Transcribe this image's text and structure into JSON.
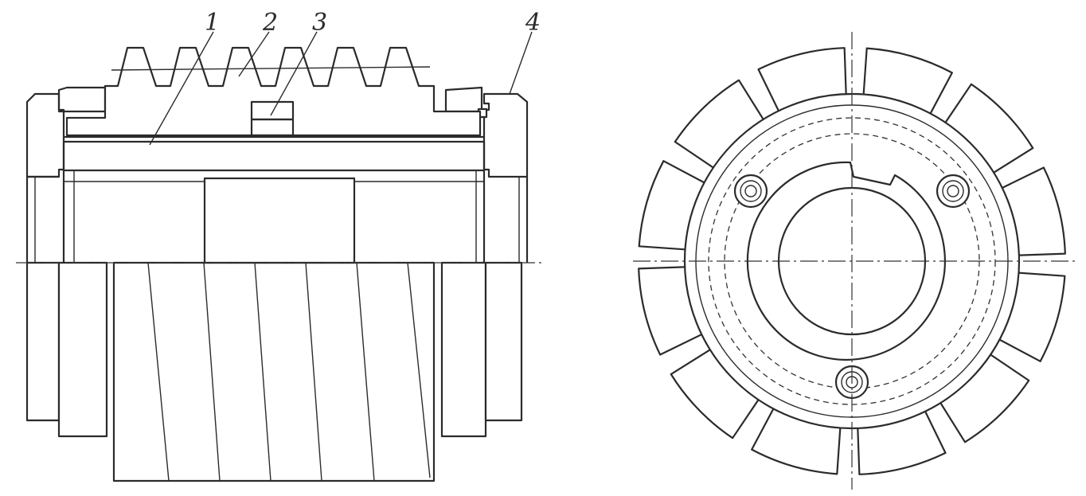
{
  "diagram": {
    "callouts": [
      {
        "id": "1",
        "text": "1"
      },
      {
        "id": "2",
        "text": "2"
      },
      {
        "id": "3",
        "text": "3"
      },
      {
        "id": "4",
        "text": "4"
      }
    ],
    "colors": {
      "ink": "#2b2b2b",
      "paper": "#ffffff"
    }
  }
}
